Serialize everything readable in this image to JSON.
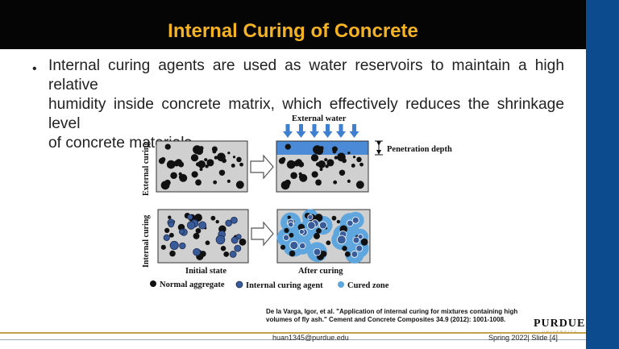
{
  "title": "Internal Curing of Concrete",
  "bullet": {
    "lines": [
      "Internal curing agents are used as water reservoirs to maintain a high relative",
      "humidity inside concrete matrix, which effectively reduces the shrinkage level",
      "of concrete materials."
    ]
  },
  "figure": {
    "external_water": "External water",
    "penetration_depth": "Penetration depth",
    "row_label_external": "External curing",
    "row_label_internal": "Internal curing",
    "initial_state": "Initial state",
    "after_curing": "After curing",
    "legend": {
      "normal_aggregate": "Normal aggregate",
      "internal_curing_agent": "Internal curing agent",
      "cured_zone": "Cured zone"
    },
    "colors": {
      "box_fill": "#d0d0d0",
      "aggregate": "#111111",
      "agent": "#3a5b9a",
      "cured": "#5ea6dd",
      "water": "#3d7fd0"
    }
  },
  "citation": {
    "line1": "De la Varga, Igor, et al. \"Application of internal curing for mixtures containing high",
    "line2": "volumes of fly ash.\" Cement and Concrete Composites 34.9 (2012): 1001-1008."
  },
  "logo": {
    "name": "PURDUE",
    "sub": "UNIVERSITY"
  },
  "footer": {
    "email": "huan1345@purdue.edu",
    "slide_info": "Spring 2022| Slide [4]"
  }
}
